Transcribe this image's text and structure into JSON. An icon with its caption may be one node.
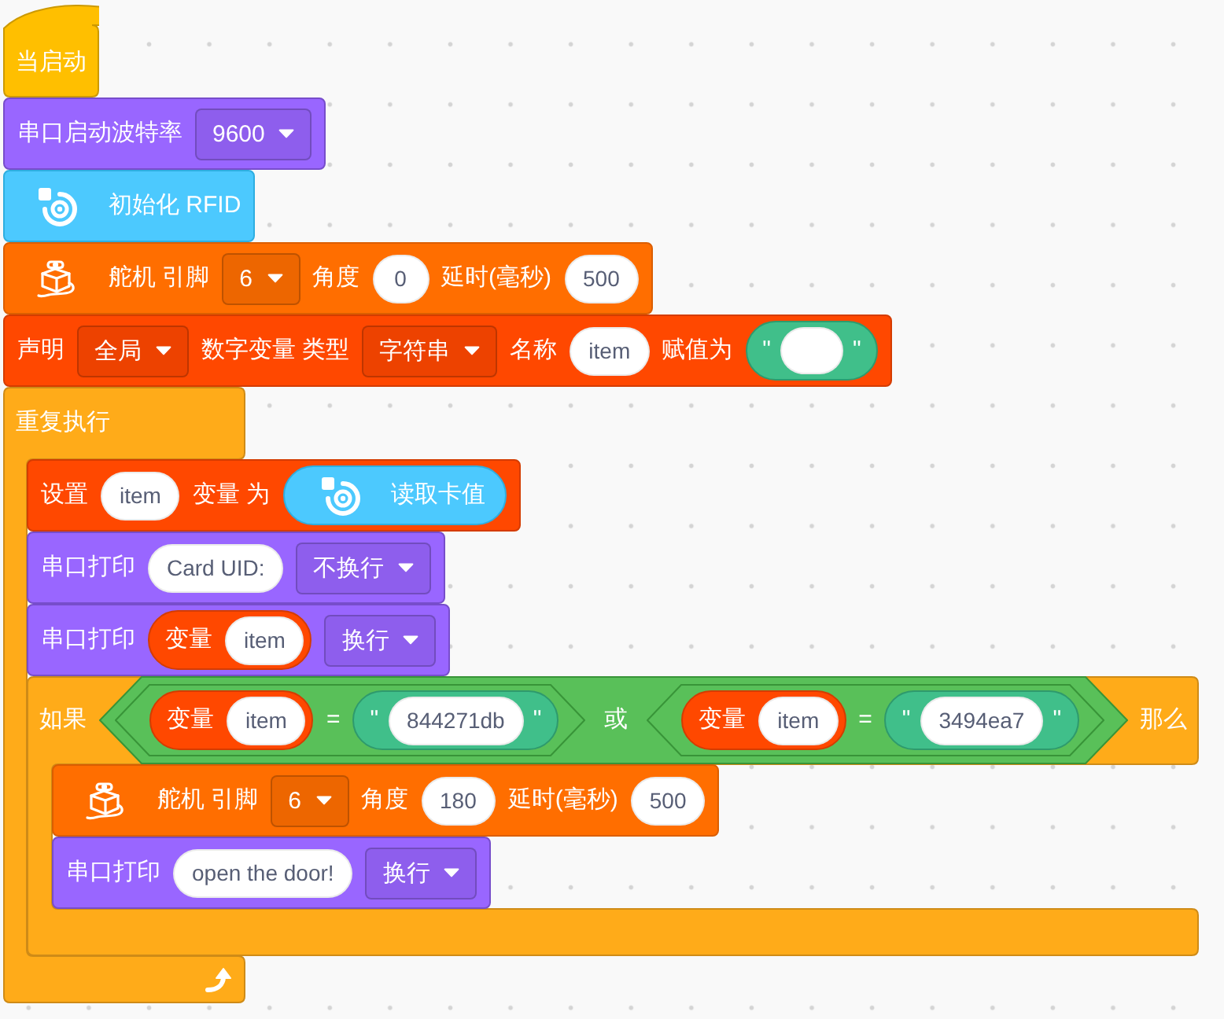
{
  "diagram": {
    "nodes": [
      {
        "text": [
          "当启动"
        ]
      },
      {
        "text": [
          "串口启动波特率"
        ]
      },
      {
        "text": [
          "9600"
        ],
        "in": 1
      },
      {
        "text": [
          "初始化 RFID"
        ]
      },
      {
        "text": [
          "舵机 引脚",
          "角度",
          "延时(毫秒)"
        ]
      },
      {
        "text": [
          "6"
        ],
        "in": 4
      },
      {
        "text": [
          "0"
        ],
        "in": 4
      },
      {
        "text": [
          "500"
        ],
        "in": 4
      },
      {
        "text": [
          "声明",
          "数字变量 类型",
          "名称",
          "赋值为"
        ]
      },
      {
        "text": [
          "全局"
        ],
        "in": 8
      },
      {
        "text": [
          "字符串"
        ],
        "in": 8
      },
      {
        "text": [
          "item"
        ],
        "in": 8
      },
      {
        "text": [
          "\"",
          "\""
        ],
        "in": 8
      },
      {
        "text": [],
        "shape": "oval",
        "in": 12
      },
      {
        "text": [
          "重复执行"
        ]
      },
      {
        "text": [
          "设置",
          "变量 为"
        ]
      },
      {
        "text": [
          "item"
        ],
        "in": 15
      },
      {
        "text": [
          "读取卡值"
        ],
        "in": 15
      },
      {
        "text": [
          "串口打印"
        ]
      },
      {
        "text": [
          "Card UID:"
        ],
        "in": 18
      },
      {
        "text": [
          "不换行"
        ],
        "in": 18
      },
      {
        "text": [
          "串口打印"
        ]
      },
      {
        "text": [
          "变量"
        ],
        "in": 21
      },
      {
        "text": [
          "item"
        ],
        "in": 22
      },
      {
        "text": [
          "换行"
        ],
        "in": 21
      },
      {
        "text": [
          "如果",
          "那么"
        ]
      },
      {
        "text": [
          "或"
        ],
        "in": 25
      },
      {
        "text": [
          "="
        ],
        "in": 26
      },
      {
        "text": [
          "变量"
        ],
        "in": 27
      },
      {
        "text": [
          "item"
        ],
        "in": 28
      },
      {
        "text": [
          "\"",
          "\""
        ],
        "in": 27
      },
      {
        "text": [
          "844271db"
        ],
        "in": 30
      },
      {
        "text": [
          "="
        ],
        "in": 26
      },
      {
        "text": [
          "变量"
        ],
        "in": 32
      },
      {
        "text": [
          "item"
        ],
        "in": 33
      },
      {
        "text": [
          "\"",
          "\""
        ],
        "in": 32
      },
      {
        "text": [
          "3494ea7"
        ],
        "in": 35
      },
      {
        "text": [
          "舵机 引脚",
          "角度",
          "延时(毫秒)"
        ],
        "in": 25
      },
      {
        "text": [
          "6"
        ],
        "in": 37
      },
      {
        "text": [
          "180"
        ],
        "in": 37
      },
      {
        "text": [
          "500"
        ],
        "in": 37
      },
      {
        "text": [
          "串口打印"
        ],
        "in": 25
      },
      {
        "text": [
          "open the door!"
        ],
        "in": 41
      },
      {
        "text": [
          "换行"
        ],
        "in": 41
      }
    ]
  }
}
